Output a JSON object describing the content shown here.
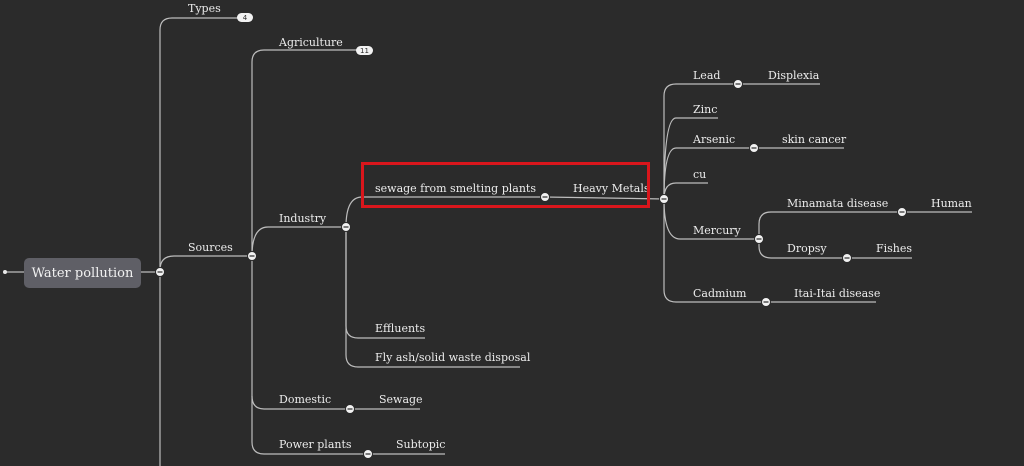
{
  "root": {
    "label": "Water pollution"
  },
  "branches": {
    "types": {
      "label": "Types",
      "badge": "4"
    },
    "sources": {
      "label": "Sources"
    }
  },
  "sources": {
    "agriculture": {
      "label": "Agriculture",
      "badge": "11"
    },
    "industry": {
      "label": "Industry"
    },
    "domestic": {
      "label": "Domestic",
      "child": "Sewage"
    },
    "power_plants": {
      "label": "Power plants",
      "child": "Subtopic"
    }
  },
  "industry": {
    "smelting": "sewage from smelting plants",
    "heavy_metals": "Heavy Metals",
    "effluents": "Effluents",
    "fly_ash": "Fly ash/solid waste disposal"
  },
  "metals": {
    "lead": {
      "label": "Lead",
      "child": "Displexia"
    },
    "zinc": {
      "label": "Zinc"
    },
    "arsenic": {
      "label": "Arsenic",
      "child": "skin cancer"
    },
    "cu": {
      "label": "cu"
    },
    "mercury": {
      "label": "Mercury",
      "minamata": "Minamata disease",
      "human": "Human",
      "dropsy": "Dropsy",
      "fishes": "Fishes"
    },
    "cadmium": {
      "label": "Cadmium",
      "child": "Itai-Itai disease"
    }
  },
  "colors": {
    "background": "#2b2b2b",
    "line": "#bdbdbd",
    "root_fill": "#5f5f66",
    "highlight": "#d9161c"
  }
}
